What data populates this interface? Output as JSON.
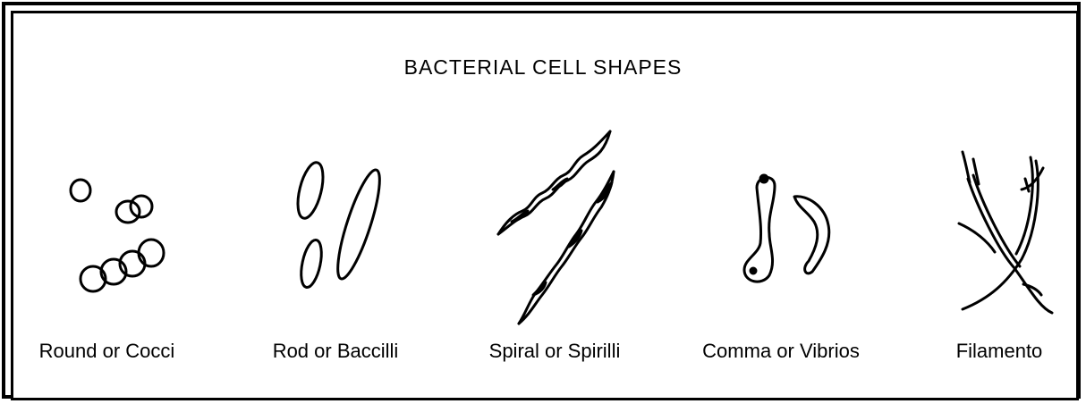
{
  "title": "BACTERIAL CELL SHAPES",
  "shapes": [
    {
      "label": "Round or Cocci",
      "icon": "cocci-icon"
    },
    {
      "label": "Rod or Baccilli",
      "icon": "bacilli-icon"
    },
    {
      "label": "Spiral or Spirilli",
      "icon": "spirilli-icon"
    },
    {
      "label": "Comma or Vibrios",
      "icon": "vibrio-icon"
    },
    {
      "label": "Filamento",
      "icon": "filament-icon"
    }
  ]
}
